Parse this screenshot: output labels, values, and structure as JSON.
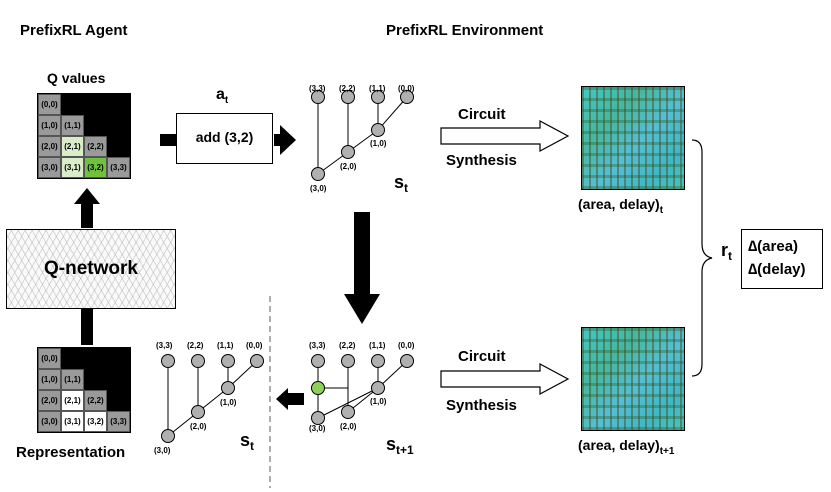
{
  "agent_title": "PrefixRL Agent",
  "env_title": "PrefixRL Environment",
  "q_values_label": "Q values",
  "action_label": "a",
  "action_sub": "t",
  "action_text": "add (3,2)",
  "qnetwork_label": "Q-network",
  "representation_label": "Representation",
  "circuit_label": "Circuit",
  "synthesis_label": "Synthesis",
  "state_t": {
    "s": "s",
    "sub": "t"
  },
  "state_t1": {
    "s": "s",
    "sub": "t+1"
  },
  "area_delay_t": {
    "text": "(area, delay)",
    "sub": "t"
  },
  "area_delay_t1": {
    "text": "(area, delay)",
    "sub": "t+1"
  },
  "reward": {
    "r": "r",
    "sub": "t",
    "line1": "∆(area)",
    "line2": "∆(delay)"
  },
  "q_grid": [
    [
      "(0,0)",
      "",
      "",
      ""
    ],
    [
      "(1,0)",
      "(1,1)",
      "",
      ""
    ],
    [
      "(2,0)",
      "(2,1)",
      "(2,2)",
      ""
    ],
    [
      "(3,0)",
      "(3,1)",
      "(3,2)",
      "(3,3)"
    ]
  ],
  "q_grid_styles": [
    [
      "gray",
      "black",
      "black",
      "black"
    ],
    [
      "gray",
      "gray",
      "black",
      "black"
    ],
    [
      "gray",
      "light",
      "gray",
      "black"
    ],
    [
      "gray",
      "light",
      "green",
      "gray"
    ]
  ],
  "rep_grid": [
    [
      "(0,0)",
      "",
      "",
      ""
    ],
    [
      "(1,0)",
      "(1,1)",
      "",
      ""
    ],
    [
      "(2,0)",
      "(2,1)",
      "(2,2)",
      ""
    ],
    [
      "(3,0)",
      "(3,1)",
      "(3,2)",
      "(3,3)"
    ]
  ],
  "rep_grid_styles": [
    [
      "gray",
      "black",
      "black",
      "black"
    ],
    [
      "gray",
      "gray",
      "black",
      "black"
    ],
    [
      "gray",
      "white",
      "gray",
      "black"
    ],
    [
      "gray",
      "white",
      "white",
      "gray"
    ]
  ],
  "node_labels": {
    "top": [
      "(3,3)",
      "(2,2)",
      "(1,1)",
      "(0,0)"
    ],
    "n10": "(1,0)",
    "n20": "(2,0)",
    "n30": "(3,0)"
  },
  "colors": {
    "highlight_node": "#8fd05a",
    "node": "#b0b0b0"
  }
}
